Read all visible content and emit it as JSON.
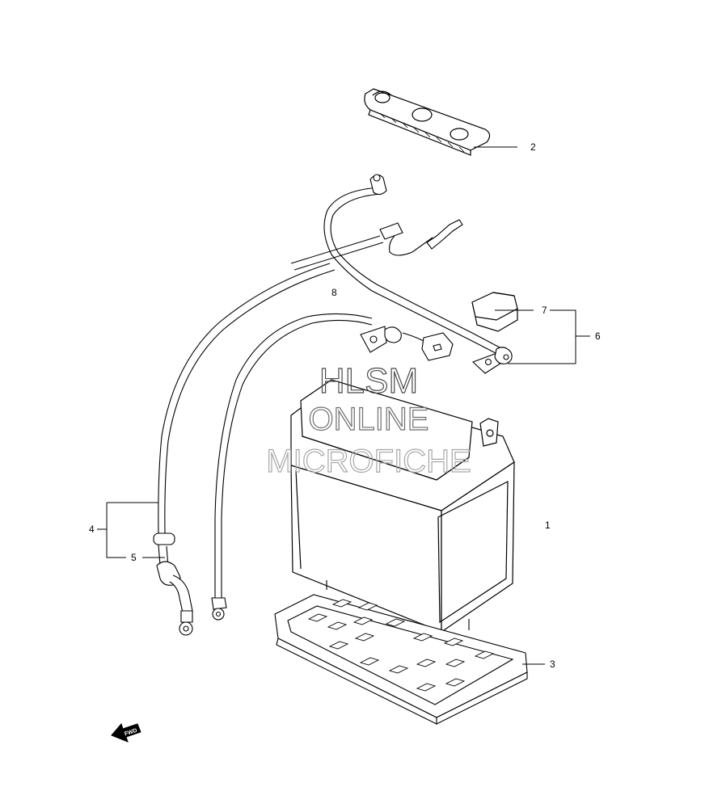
{
  "callouts": {
    "battery": "1",
    "terminal_cover": "2",
    "battery_tray": "3",
    "negative_cable": "4",
    "cable_cap": "5",
    "positive_lead_group": "6",
    "fuse_cover": "7",
    "harness": "8"
  },
  "watermark": {
    "line1": "HLSM",
    "line2": "ONLINE",
    "line3": "MICROFICHE"
  },
  "fwd_label": "FWD",
  "colors": {
    "line": "#000000",
    "watermark_dark": "#4a4a4a",
    "watermark_mid": "#6e6e6e",
    "watermark_light": "#a8a8a8"
  }
}
